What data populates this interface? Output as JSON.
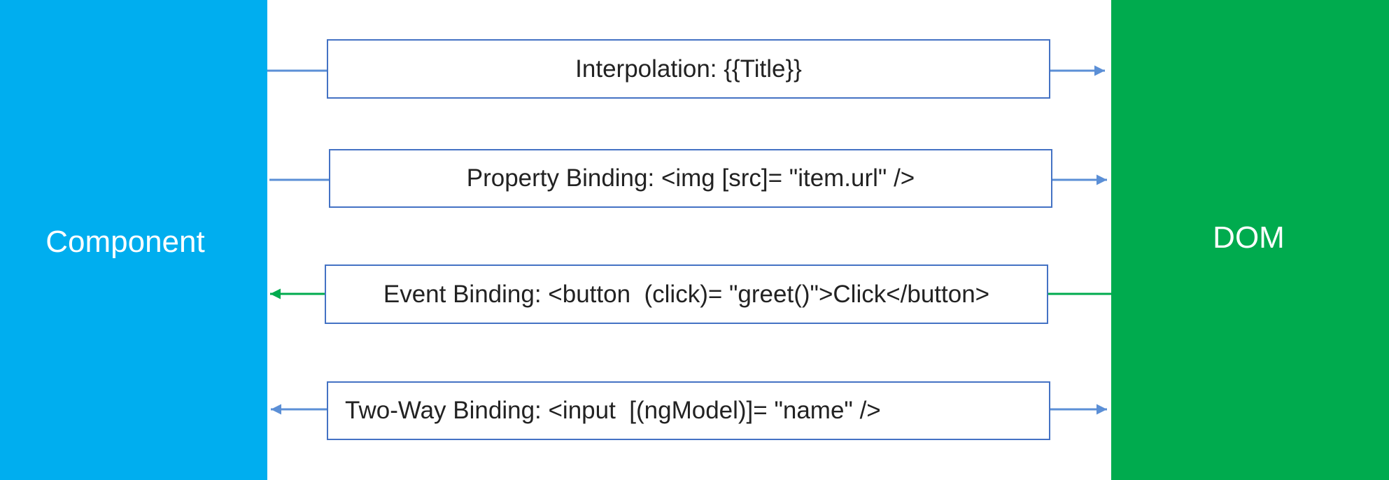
{
  "panels": {
    "component": {
      "label": "Component",
      "color": "#00AEEF"
    },
    "dom": {
      "label": "DOM",
      "color": "#00AB4E"
    }
  },
  "colors": {
    "box_border": "#4472C4",
    "blue_arrow": "#5B8FD6",
    "green_arrow": "#00AB4E"
  },
  "bindings": [
    {
      "label": "Interpolation: {{Title}}",
      "direction": "component-to-dom"
    },
    {
      "label": "Property Binding: <img [src]= \"item.url\" />",
      "direction": "component-to-dom"
    },
    {
      "label": "Event Binding: <button  (click)= \"greet()\">Click</button>",
      "direction": "dom-to-component"
    },
    {
      "label": "Two-Way Binding: <input  [(ngModel)]= \"name\" />",
      "direction": "both"
    }
  ]
}
